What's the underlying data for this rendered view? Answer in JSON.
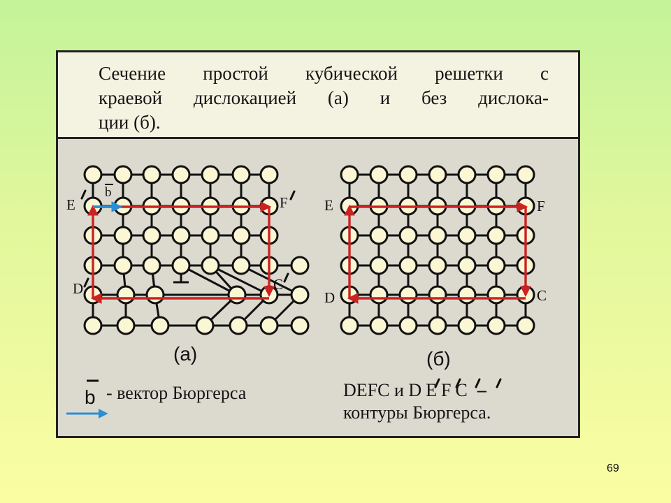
{
  "caption": {
    "lines": [
      [
        "Сечение",
        "простой",
        "кубической",
        "решетки",
        "с"
      ],
      [
        "краевой",
        "дислокацией",
        "(а)",
        "и",
        "без",
        "дислока-"
      ],
      [
        "ции (б)."
      ]
    ]
  },
  "colors": {
    "contour": "#cc2222",
    "burgers_vector": "#2a8fd6",
    "atom_fill": "#fbf6d3",
    "atom_stroke": "#111111",
    "caption_bg": "#f4f2e1",
    "panel_bg": "#dcd9cf"
  },
  "figure_a": {
    "caption": "(а)",
    "corner_labels": {
      "E": "E",
      "F": "F",
      "C": "C",
      "D": "D"
    },
    "burgers_label": "b",
    "has_edge_dislocation": true
  },
  "figure_b": {
    "caption": "(б)",
    "corner_labels": {
      "E": "E",
      "F": "F",
      "C": "C",
      "D": "D"
    }
  },
  "legend": {
    "burgers_symbol": "b",
    "burgers_text": "- вектор Бюргерса",
    "contours_line1_prefix": "DEFC и D",
    "contours_line1_letters": [
      "E",
      "F",
      "C"
    ],
    "contours_line1_suffix": "–",
    "contours_line2": "контуры Бюргерса."
  },
  "page_number": "69"
}
